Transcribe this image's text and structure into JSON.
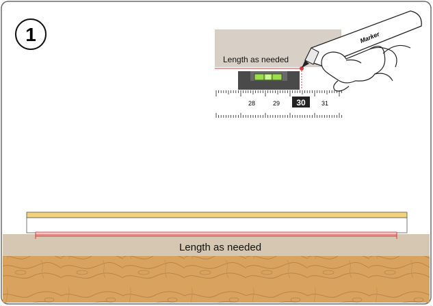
{
  "step": {
    "number": "1"
  },
  "inset": {
    "label": "Length as needed",
    "ruler_ticks": [
      "28",
      "29",
      "30",
      "31"
    ],
    "highlighted_tick": "30",
    "marker_label": "Marker"
  },
  "ground": {
    "label": "Length as needed"
  },
  "colors": {
    "frame": "#6b6b6b",
    "soil": "#d6c7b3",
    "sand": "#d9a35f",
    "sand_dark": "#b9834a",
    "plank_top": "#f1d27a",
    "red_line": "#d93a3a",
    "level_green": "#9be04a",
    "paper": "#d8cfc6"
  }
}
